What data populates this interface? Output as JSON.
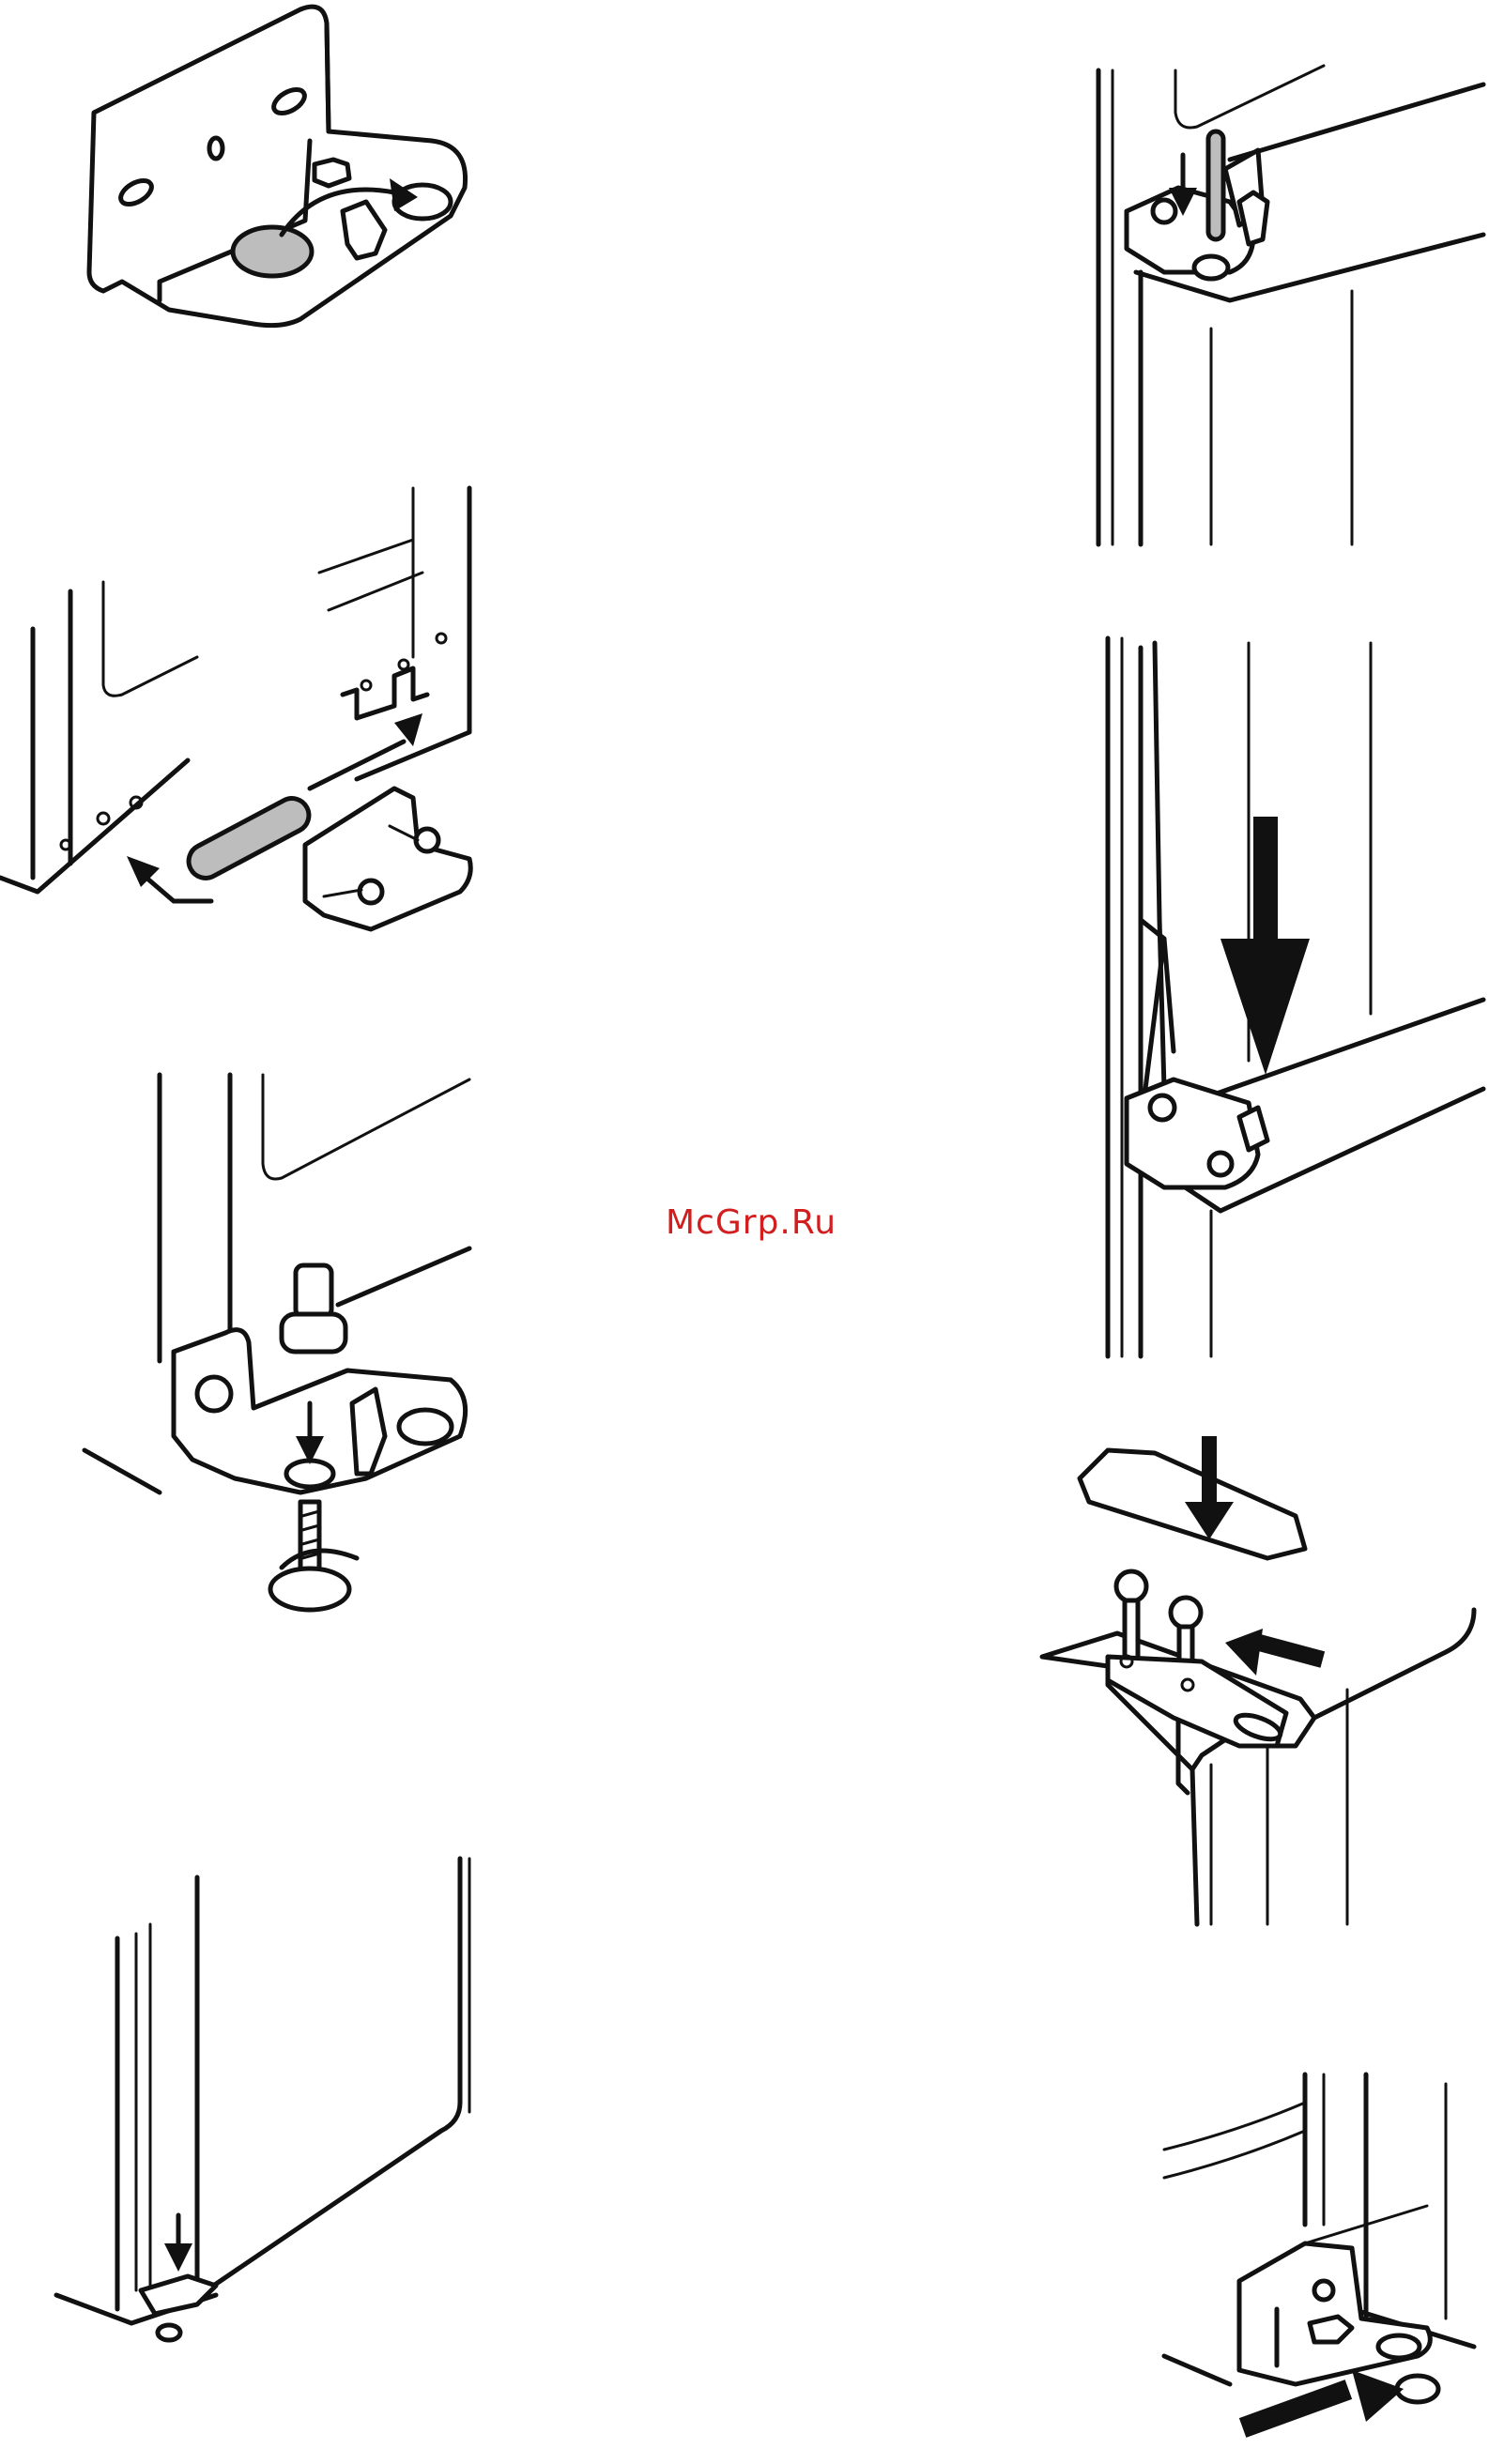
{
  "watermark": {
    "text": "McGrp.Ru",
    "color": "#d21e1e"
  },
  "steps": [
    {
      "id": "hinge-plate-swap-pin",
      "icon": "rotate-arrow-icon"
    },
    {
      "id": "hinge-removal-cover",
      "icon": "arrow-icon"
    },
    {
      "id": "hinge-pin-insert",
      "icon": "down-arrow-icon"
    },
    {
      "id": "door-lower-onto-pin",
      "icon": "down-arrow-icon"
    },
    {
      "id": "top-pin-insert",
      "icon": "down-arrow-icon"
    },
    {
      "id": "door-seat-top",
      "icon": "down-arrow-icon"
    },
    {
      "id": "top-hinge-cover-screws",
      "icon": "arrow-icon"
    },
    {
      "id": "bottom-hinge-foot",
      "icon": "arrow-icon"
    }
  ]
}
